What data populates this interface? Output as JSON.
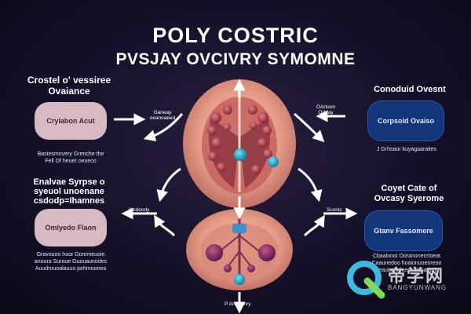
{
  "title": {
    "line1": "POLY COSTRIC",
    "line2": "PVSJAY OVCIVRY SYMOMNE"
  },
  "left_top": {
    "heading_line1": "Crostel o' vessiree",
    "heading_line2": "Ovaiance",
    "pill": "Crylabon Acut",
    "caption_line1": "Bastesmovery Grenche the",
    "caption_line2": "Fell Of heuer oeueco"
  },
  "left_bottom": {
    "heading_line1": "Enalvae Syrpse o",
    "heading_line2": "syeuol unoenane",
    "heading_line3": "csdodp=Ihamnes",
    "pill": "Omlyedo Flaon",
    "caption_line1": "Gravouoo hoor Gommeuoie",
    "caption_line2": "anoura Suroue Guouaunodes",
    "caption_line3": "Auudrouoalauuo pehmoonea"
  },
  "right_top": {
    "heading": "Conoduid Ovesnt",
    "pill": "Corpsold Ovaiso",
    "caption": "J Grhsaor kuyagaaraites"
  },
  "right_bottom": {
    "heading_line1": "Coyet Cate of",
    "heading_line2": "Ovcasy Syerome",
    "pill": "Gtanv Fassomere",
    "caption_line1": "Cbaalonoi Ooranonecrtoeat",
    "caption_line2": "Caaunedoo hoaionuoeoreoo",
    "caption_line3": "Geauuetudeeosoionaoono"
  },
  "arrow_labels": {
    "left_upper_line1": "Ganeay",
    "left_upper_line2": "oeanoaeed",
    "right_upper_line1": "OArtoon",
    "right_upper_line2": "Orleay",
    "left_lower": "Incdoody",
    "right_lower": "Sconis",
    "bottom": "P Anaeanry"
  },
  "watermark": {
    "text_cn": "帝学网",
    "text_en": "BANGYUNWANG"
  },
  "colors": {
    "background": "#15102a",
    "pink_pill": "#d7b9c2",
    "navy_pill": "#13357a",
    "organ": "#e8a28c",
    "follicle": "#b3455a",
    "cyan_marker": "#1aa6c9"
  }
}
